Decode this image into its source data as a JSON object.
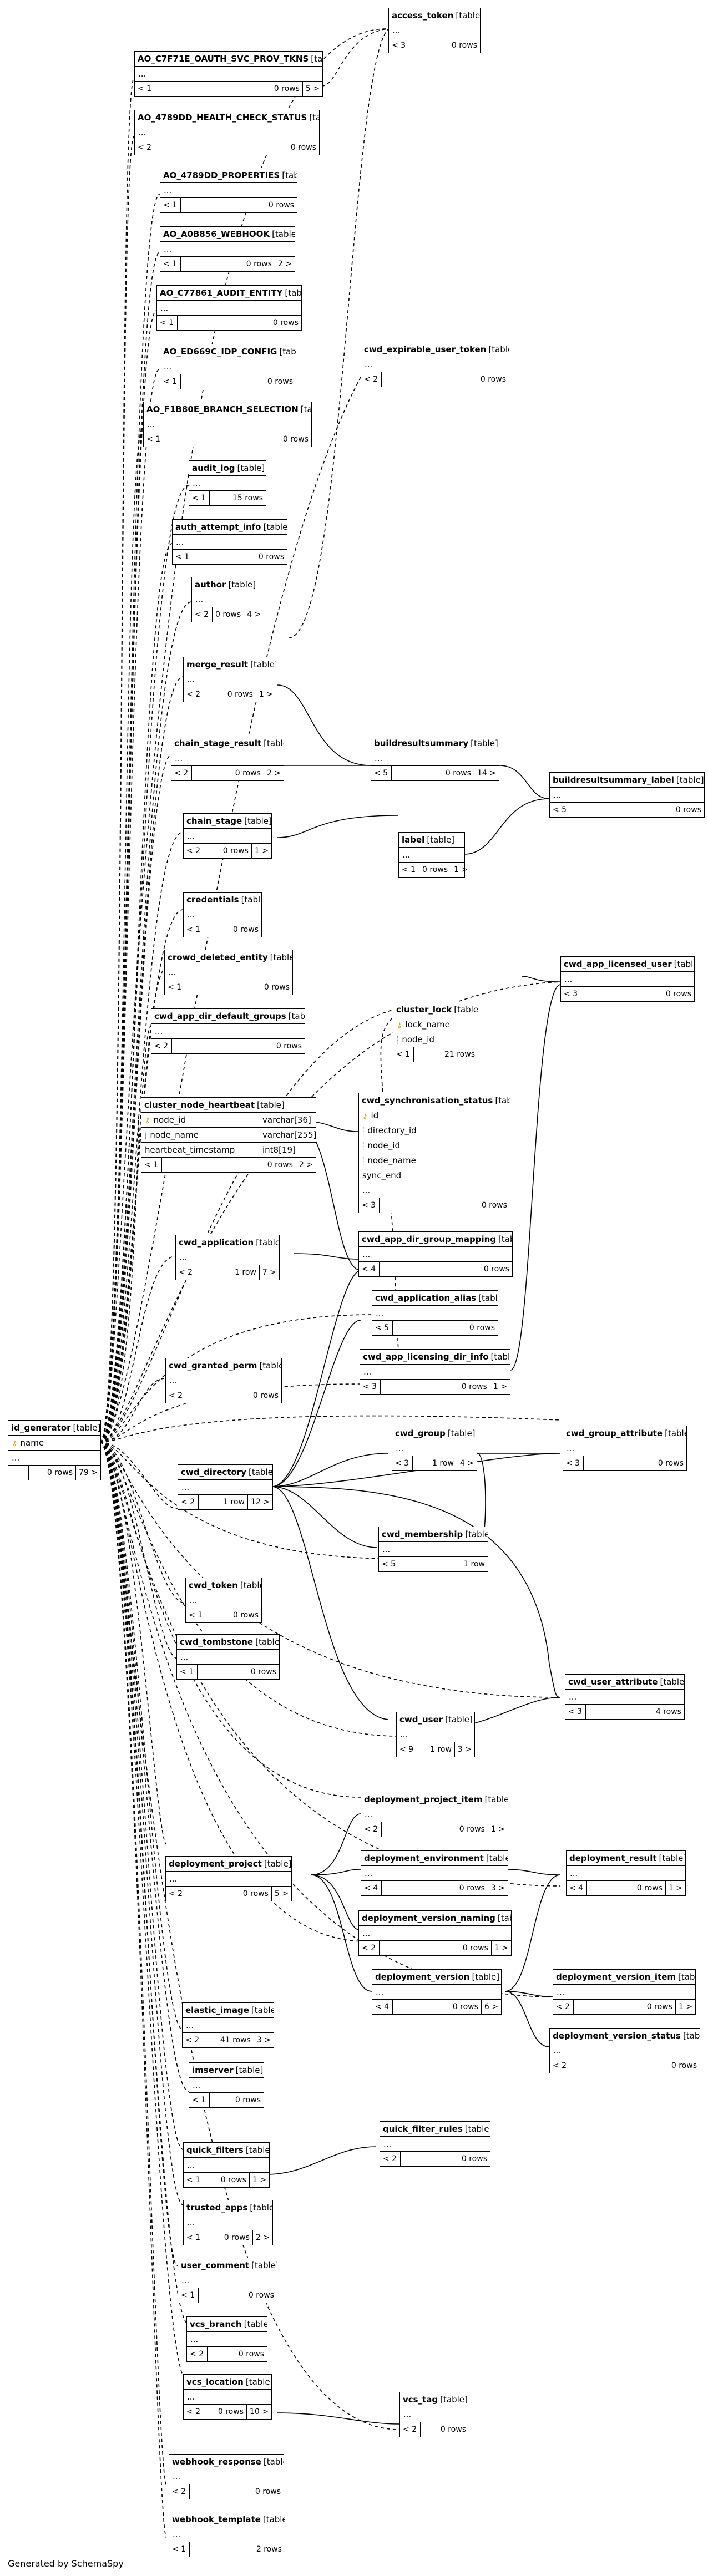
{
  "footer": "Generated by SchemaSpy",
  "kind_label": "[table]",
  "tables": [
    {
      "id": "access_token",
      "name": "access_token",
      "ellipsis": true,
      "footer": [
        "< 3",
        "0 rows",
        ""
      ]
    },
    {
      "id": "oauth",
      "name": "AO_C7F71E_OAUTH_SVC_PROV_TKNS",
      "ellipsis": true,
      "footer": [
        "< 1",
        "0 rows",
        "5 >"
      ]
    },
    {
      "id": "health",
      "name": "AO_4789DD_HEALTH_CHECK_STATUS",
      "ellipsis": true,
      "footer": [
        "< 2",
        "0 rows",
        ""
      ]
    },
    {
      "id": "props",
      "name": "AO_4789DD_PROPERTIES",
      "ellipsis": true,
      "footer": [
        "< 1",
        "0 rows",
        ""
      ]
    },
    {
      "id": "webhook",
      "name": "AO_A0B856_WEBHOOK",
      "ellipsis": true,
      "footer": [
        "< 1",
        "0 rows",
        "2 >"
      ]
    },
    {
      "id": "audit_entity",
      "name": "AO_C77861_AUDIT_ENTITY",
      "ellipsis": true,
      "footer": [
        "< 1",
        "0 rows",
        ""
      ]
    },
    {
      "id": "idp",
      "name": "AO_ED669C_IDP_CONFIG",
      "ellipsis": true,
      "footer": [
        "< 1",
        "0 rows",
        ""
      ]
    },
    {
      "id": "branch",
      "name": "AO_F1B80E_BRANCH_SELECTION",
      "ellipsis": true,
      "footer": [
        "< 1",
        "0 rows",
        ""
      ]
    },
    {
      "id": "expirable",
      "name": "cwd_expirable_user_token",
      "ellipsis": true,
      "footer": [
        "< 2",
        "0 rows",
        ""
      ]
    },
    {
      "id": "audit_log",
      "name": "audit_log",
      "ellipsis": true,
      "footer": [
        "< 1",
        "15 rows",
        ""
      ]
    },
    {
      "id": "auth_attempt",
      "name": "auth_attempt_info",
      "ellipsis": true,
      "footer": [
        "< 1",
        "0 rows",
        ""
      ]
    },
    {
      "id": "author",
      "name": "author",
      "ellipsis": true,
      "footer": [
        "< 2",
        "0 rows",
        "4 >"
      ]
    },
    {
      "id": "merge_result",
      "name": "merge_result",
      "ellipsis": true,
      "footer": [
        "< 2",
        "0 rows",
        "1 >"
      ]
    },
    {
      "id": "chain_stage_result",
      "name": "chain_stage_result",
      "ellipsis": true,
      "footer": [
        "< 2",
        "0 rows",
        "2 >"
      ]
    },
    {
      "id": "buildresultsummary",
      "name": "buildresultsummary",
      "ellipsis": true,
      "footer": [
        "< 5",
        "0 rows",
        "14 >"
      ]
    },
    {
      "id": "brs_label",
      "name": "buildresultsummary_label",
      "ellipsis": true,
      "footer": [
        "< 5",
        "0 rows",
        ""
      ]
    },
    {
      "id": "chain_stage",
      "name": "chain_stage",
      "ellipsis": true,
      "footer": [
        "< 2",
        "0 rows",
        "1 >"
      ]
    },
    {
      "id": "label",
      "name": "label",
      "ellipsis": true,
      "footer": [
        "< 1",
        "0 rows",
        "1 >"
      ]
    },
    {
      "id": "credentials",
      "name": "credentials",
      "ellipsis": true,
      "footer": [
        "< 1",
        "0 rows",
        ""
      ]
    },
    {
      "id": "crowd_deleted",
      "name": "crowd_deleted_entity",
      "ellipsis": true,
      "footer": [
        "< 1",
        "0 rows",
        ""
      ]
    },
    {
      "id": "dir_default_groups",
      "name": "cwd_app_dir_default_groups",
      "ellipsis": true,
      "footer": [
        "< 2",
        "0 rows",
        ""
      ]
    },
    {
      "id": "licensed_user",
      "name": "cwd_app_licensed_user",
      "ellipsis": true,
      "footer": [
        "< 3",
        "0 rows",
        ""
      ]
    },
    {
      "id": "cluster_lock",
      "name": "cluster_lock",
      "ellipsis": false,
      "cols": [
        {
          "k": "pk",
          "n": "lock_name"
        },
        {
          "k": "fk",
          "n": "node_id"
        }
      ],
      "footer": [
        "< 1",
        "21 rows",
        ""
      ]
    },
    {
      "id": "cluster_node",
      "name": "cluster_node_heartbeat",
      "ellipsis": false,
      "wide": true,
      "cols": [
        {
          "k": "pk",
          "n": "node_id",
          "t": "varchar[36]"
        },
        {
          "k": "fk",
          "n": "node_name",
          "t": "varchar[255]"
        },
        {
          "k": "",
          "n": "heartbeat_timestamp",
          "t": "int8[19]"
        }
      ],
      "footer": [
        "< 1",
        "0 rows",
        "2 >"
      ]
    },
    {
      "id": "sync_status",
      "name": "cwd_synchronisation_status",
      "ellipsis": false,
      "cols": [
        {
          "k": "pk",
          "n": "id"
        },
        {
          "k": "fk",
          "n": "directory_id"
        },
        {
          "k": "fk",
          "n": "node_id"
        },
        {
          "k": "fk",
          "n": "node_name"
        },
        {
          "k": "",
          "n": "sync_end"
        },
        {
          "k": "",
          "n": "..."
        }
      ],
      "footer": [
        "< 3",
        "0 rows",
        ""
      ]
    },
    {
      "id": "cwd_application",
      "name": "cwd_application",
      "ellipsis": true,
      "footer": [
        "< 2",
        "1 row",
        "7 >"
      ]
    },
    {
      "id": "group_mapping",
      "name": "cwd_app_dir_group_mapping",
      "ellipsis": true,
      "footer": [
        "< 4",
        "0 rows",
        ""
      ]
    },
    {
      "id": "app_alias",
      "name": "cwd_application_alias",
      "ellipsis": true,
      "footer": [
        "< 5",
        "0 rows",
        ""
      ]
    },
    {
      "id": "granted_perm",
      "name": "cwd_granted_perm",
      "ellipsis": true,
      "footer": [
        "< 2",
        "0 rows",
        ""
      ]
    },
    {
      "id": "licensing_dir",
      "name": "cwd_app_licensing_dir_info",
      "ellipsis": true,
      "footer": [
        "< 3",
        "0 rows",
        "1 >"
      ]
    },
    {
      "id": "id_generator",
      "name": "id_generator",
      "ellipsis": false,
      "cols": [
        {
          "k": "pk",
          "n": "name"
        },
        {
          "k": "",
          "n": "..."
        }
      ],
      "footer": [
        "",
        "0 rows",
        "79 >"
      ]
    },
    {
      "id": "cwd_group",
      "name": "cwd_group",
      "ellipsis": true,
      "footer": [
        "< 3",
        "1 row",
        "4 >"
      ]
    },
    {
      "id": "group_attr",
      "name": "cwd_group_attribute",
      "ellipsis": true,
      "footer": [
        "< 3",
        "0 rows",
        ""
      ]
    },
    {
      "id": "cwd_directory",
      "name": "cwd_directory",
      "ellipsis": true,
      "footer": [
        "< 2",
        "1 row",
        "12 >"
      ]
    },
    {
      "id": "membership",
      "name": "cwd_membership",
      "ellipsis": true,
      "footer": [
        "< 5",
        "1 row",
        ""
      ]
    },
    {
      "id": "cwd_token",
      "name": "cwd_token",
      "ellipsis": true,
      "footer": [
        "< 1",
        "0 rows",
        ""
      ]
    },
    {
      "id": "tombstone",
      "name": "cwd_tombstone",
      "ellipsis": true,
      "footer": [
        "< 1",
        "0 rows",
        ""
      ]
    },
    {
      "id": "user_attr",
      "name": "cwd_user_attribute",
      "ellipsis": true,
      "footer": [
        "< 3",
        "4 rows",
        ""
      ]
    },
    {
      "id": "cwd_user",
      "name": "cwd_user",
      "ellipsis": true,
      "footer": [
        "< 9",
        "1 row",
        "3 >"
      ]
    },
    {
      "id": "dep_proj_item",
      "name": "deployment_project_item",
      "ellipsis": true,
      "footer": [
        "< 2",
        "0 rows",
        "1 >"
      ]
    },
    {
      "id": "dep_project",
      "name": "deployment_project",
      "ellipsis": true,
      "footer": [
        "< 2",
        "0 rows",
        "5 >"
      ]
    },
    {
      "id": "dep_env",
      "name": "deployment_environment",
      "ellipsis": true,
      "footer": [
        "< 4",
        "0 rows",
        "3 >"
      ]
    },
    {
      "id": "dep_result",
      "name": "deployment_result",
      "ellipsis": true,
      "footer": [
        "< 4",
        "0 rows",
        "1 >"
      ]
    },
    {
      "id": "dep_naming",
      "name": "deployment_version_naming",
      "ellipsis": true,
      "footer": [
        "< 2",
        "0 rows",
        "1 >"
      ]
    },
    {
      "id": "dep_version",
      "name": "deployment_version",
      "ellipsis": true,
      "footer": [
        "< 4",
        "0 rows",
        "6 >"
      ]
    },
    {
      "id": "dep_ver_item",
      "name": "deployment_version_item",
      "ellipsis": true,
      "footer": [
        "< 2",
        "0 rows",
        "1 >"
      ]
    },
    {
      "id": "dep_ver_status",
      "name": "deployment_version_status",
      "ellipsis": true,
      "footer": [
        "< 2",
        "0 rows",
        ""
      ]
    },
    {
      "id": "elastic_image",
      "name": "elastic_image",
      "ellipsis": true,
      "footer": [
        "< 2",
        "41 rows",
        "3 >"
      ]
    },
    {
      "id": "imserver",
      "name": "imserver",
      "ellipsis": true,
      "footer": [
        "< 1",
        "0 rows",
        ""
      ]
    },
    {
      "id": "qf_rules",
      "name": "quick_filter_rules",
      "ellipsis": true,
      "footer": [
        "< 2",
        "0 rows",
        ""
      ]
    },
    {
      "id": "quick_filters",
      "name": "quick_filters",
      "ellipsis": true,
      "footer": [
        "< 1",
        "0 rows",
        "1 >"
      ]
    },
    {
      "id": "trusted_apps",
      "name": "trusted_apps",
      "ellipsis": true,
      "footer": [
        "< 1",
        "0 rows",
        "2 >"
      ]
    },
    {
      "id": "user_comment",
      "name": "user_comment",
      "ellipsis": true,
      "footer": [
        "< 1",
        "0 rows",
        ""
      ]
    },
    {
      "id": "vcs_branch",
      "name": "vcs_branch",
      "ellipsis": true,
      "footer": [
        "< 2",
        "0 rows",
        ""
      ]
    },
    {
      "id": "vcs_location",
      "name": "vcs_location",
      "ellipsis": true,
      "footer": [
        "< 2",
        "0 rows",
        "10 >"
      ]
    },
    {
      "id": "vcs_tag",
      "name": "vcs_tag",
      "ellipsis": true,
      "footer": [
        "< 2",
        "0 rows",
        ""
      ]
    },
    {
      "id": "webhook_response",
      "name": "webhook_response",
      "ellipsis": true,
      "footer": [
        "< 2",
        "0 rows",
        ""
      ]
    },
    {
      "id": "webhook_template",
      "name": "webhook_template",
      "ellipsis": true,
      "footer": [
        "< 1",
        "2 rows",
        ""
      ]
    }
  ]
}
